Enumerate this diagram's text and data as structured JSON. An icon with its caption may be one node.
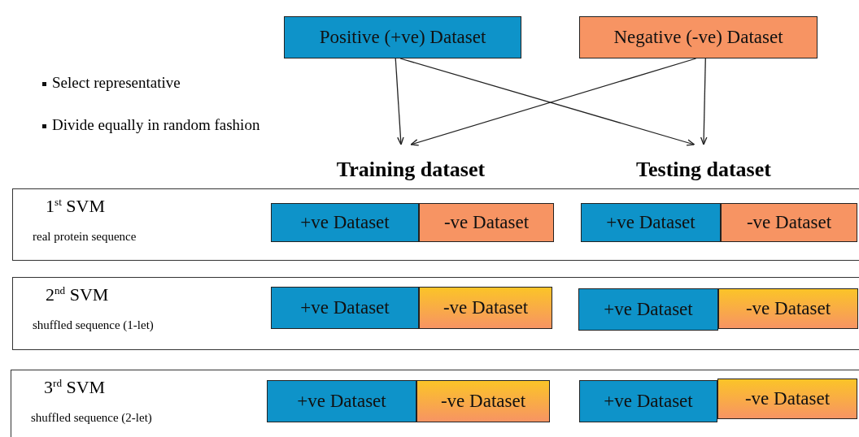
{
  "diagram": {
    "nodes": [
      {
        "text": [
          "Positive (+ve) Dataset"
        ]
      },
      {
        "text": [
          "Negative (-ve) Dataset"
        ]
      },
      {
        "text": [
          "Training dataset"
        ]
      },
      {
        "text": [
          "Testing dataset"
        ]
      },
      {
        "text": [
          "1$^{st}$ SVM",
          "real protein sequence"
        ]
      },
      {
        "text": [
          "+ve Dataset"
        ],
        "in": 4
      },
      {
        "text": [
          "-ve Dataset"
        ],
        "in": 4
      },
      {
        "text": [
          "+ve Dataset"
        ],
        "in": 4
      },
      {
        "text": [
          "-ve Dataset"
        ],
        "in": 4
      },
      {
        "text": [
          "2$^{nd}$ SVM",
          "shuffled sequence (1-let)"
        ]
      },
      {
        "text": [
          "+ve Dataset"
        ],
        "in": 9
      },
      {
        "text": [
          "-ve Dataset"
        ],
        "in": 9
      },
      {
        "text": [
          "+ve Dataset"
        ],
        "in": 9
      },
      {
        "text": [
          "-ve Dataset"
        ],
        "in": 9
      },
      {
        "text": [
          "3$^{rd}$ SVM",
          "shuffled sequence (2-let)"
        ]
      },
      {
        "text": [
          "+ve Dataset"
        ],
        "in": 14
      },
      {
        "text": [
          "-ve Dataset"
        ],
        "in": 14
      },
      {
        "text": [
          "+ve Dataset"
        ],
        "in": 14
      },
      {
        "text": [
          "-ve Dataset"
        ],
        "in": 14
      }
    ],
    "edges": [
      {
        "from": 0,
        "to": 2,
        "arrow": "to"
      },
      {
        "from": 0,
        "to": 3,
        "arrow": "to"
      },
      {
        "from": 1,
        "to": 2,
        "arrow": "to"
      },
      {
        "from": 1,
        "to": 3,
        "arrow": "to"
      }
    ],
    "labels": [
      "Select representative",
      "Divide equally in random fashion"
    ]
  }
}
